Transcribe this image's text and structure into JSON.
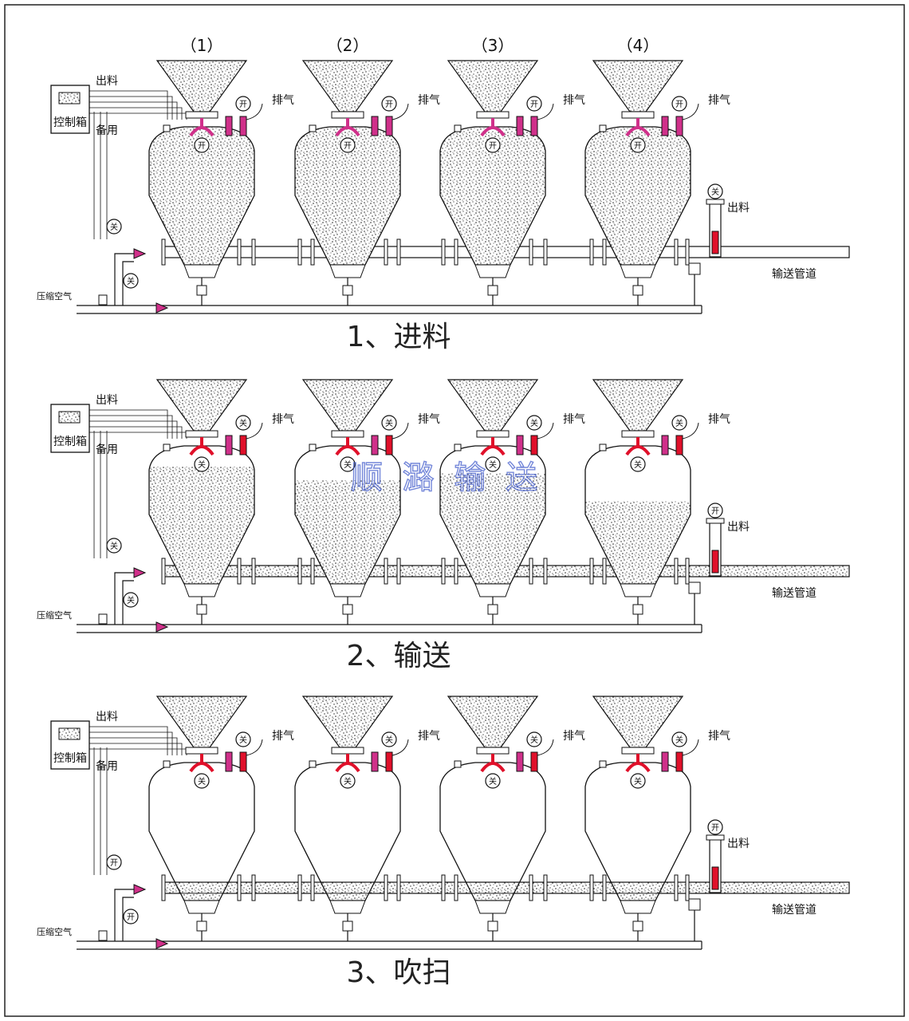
{
  "units": [
    "（1）",
    "（2）",
    "（3）",
    "（4）"
  ],
  "panels": [
    {
      "caption": "1、进料",
      "feed_valve_state": "开",
      "vent_valve_state": "开",
      "outlet_valve_state": "关",
      "fill_levels": [
        1,
        1,
        1,
        1
      ],
      "pipe_filled": false,
      "line_valve_states": [
        "关",
        "关"
      ]
    },
    {
      "caption": "2、输送",
      "feed_valve_state": "关",
      "vent_valve_state": "关",
      "outlet_valve_state": "开",
      "fill_levels": [
        0.85,
        0.75,
        0.8,
        0.6
      ],
      "pipe_filled": true,
      "line_valve_states": [
        "关",
        "关"
      ]
    },
    {
      "caption": "3、吹扫",
      "feed_valve_state": "关",
      "vent_valve_state": "关",
      "outlet_valve_state": "开",
      "fill_levels": [
        0.05,
        0.05,
        0.05,
        0.05
      ],
      "pipe_filled": true,
      "line_valve_states": [
        "开",
        "开"
      ]
    }
  ],
  "labels": {
    "control_box": "控制箱",
    "discharge": "出料",
    "spare": "备用",
    "exhaust": "排气",
    "compressed_air": "压缩空气",
    "conveying_pipe": "输送管道"
  },
  "watermark": "顺 潞 输 送",
  "colors": {
    "line": "#111111",
    "valve_red": "#e0102a",
    "valve_magenta": "#d0308a",
    "watermark": "#3a55c9"
  }
}
